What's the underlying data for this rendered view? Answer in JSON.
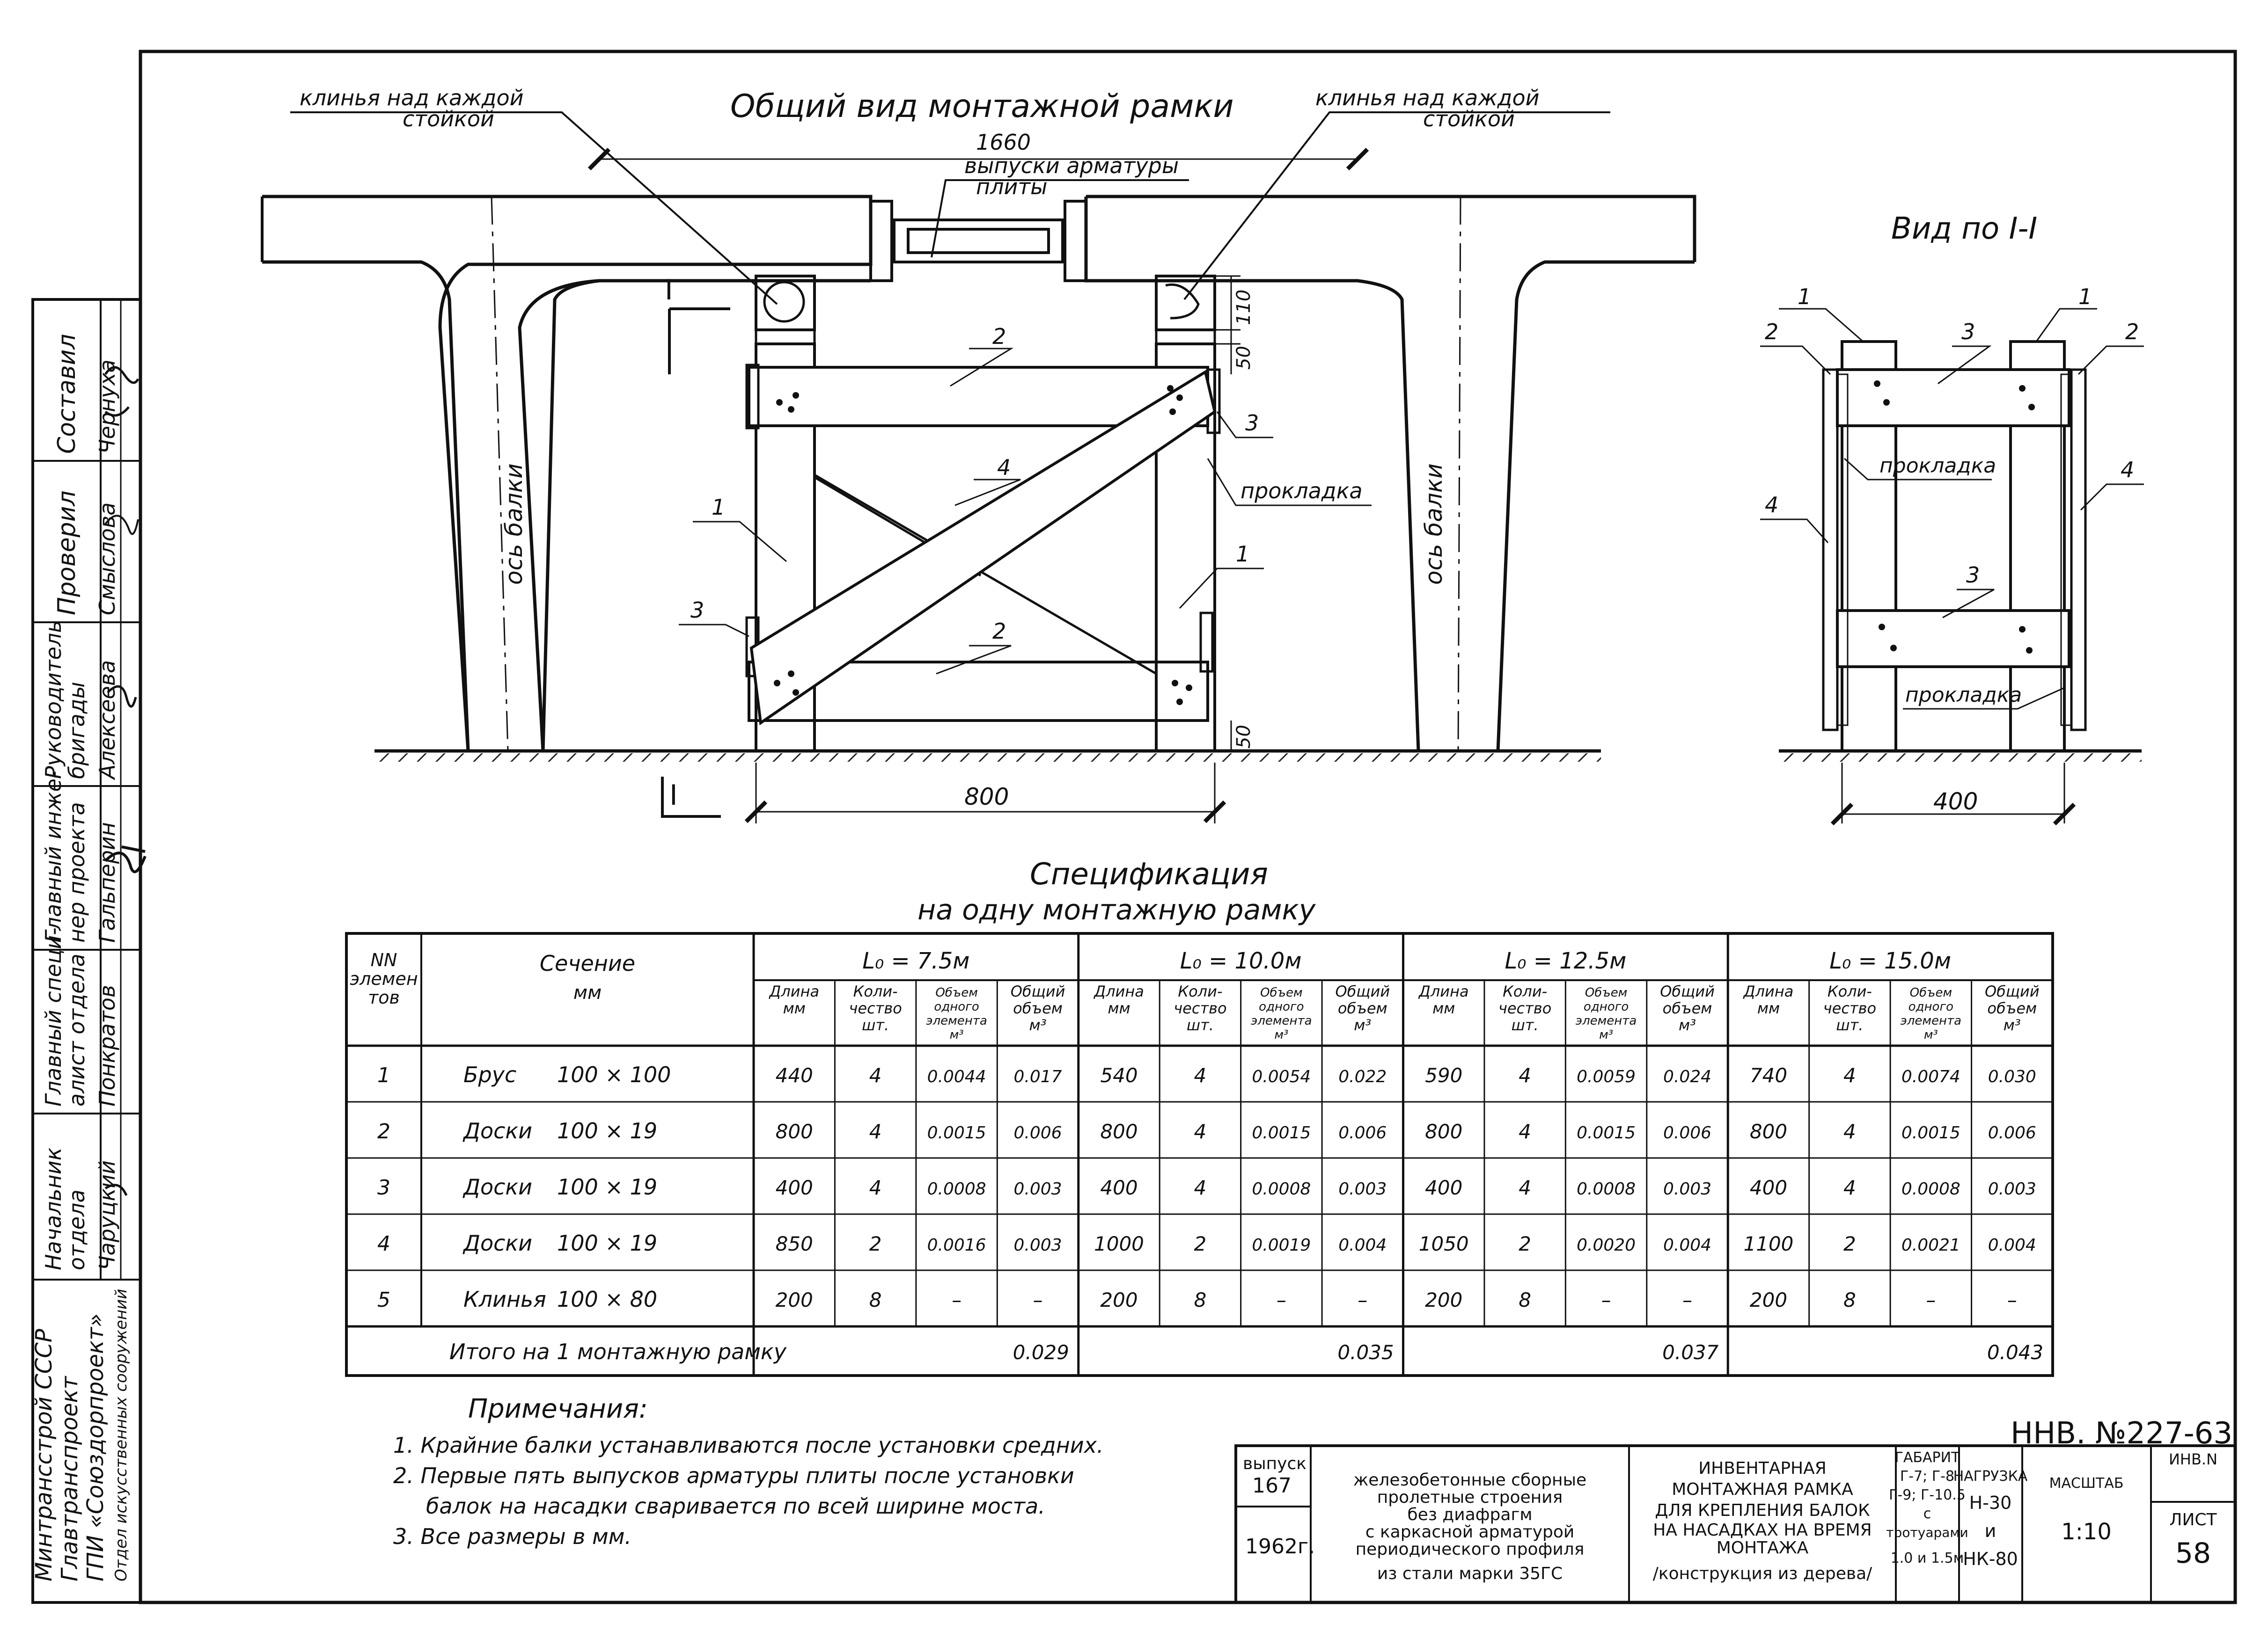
{
  "drawing": {
    "title": "Общий вид монтажной рамки",
    "section_view_title": "Вид по I-I",
    "section_mark": "I",
    "leader_left": [
      "клинья над каждой",
      "стойкой"
    ],
    "leader_right": [
      "клинья над каждой",
      "стойкой"
    ],
    "rebar_note": [
      "выпуски арматуры",
      "плиты"
    ],
    "dim_1660": "1660",
    "dim_110": "110",
    "dim_50_top": "50",
    "dim_50_bottom": "50",
    "dim_800": "800",
    "dim_400": "400",
    "axis_label": "ось балки",
    "gasket_label": "прокладка",
    "callouts": {
      "n1": "1",
      "n2": "2",
      "n3": "3",
      "n4": "4"
    }
  },
  "spec": {
    "title": "Спецификация",
    "subtitle": "на одну монтажную рамку",
    "col_num": [
      "NN",
      "элемен",
      "тов"
    ],
    "col_section": [
      "Сечение",
      "мм"
    ],
    "groups": [
      "L₀ = 7.5м",
      "L₀ = 10.0м",
      "L₀ = 12.5м",
      "L₀ = 15.0м"
    ],
    "sub": [
      [
        "Длина",
        "мм"
      ],
      [
        "Коли-",
        "чество",
        "шт."
      ],
      [
        "Объем",
        "одного",
        "элемента",
        "м³"
      ],
      [
        "Общий",
        "объем",
        "м³"
      ]
    ],
    "rows": [
      {
        "n": "1",
        "name": "Брус",
        "size": "100 × 100",
        "v": [
          "440",
          "4",
          "0.0044",
          "0.017",
          "540",
          "4",
          "0.0054",
          "0.022",
          "590",
          "4",
          "0.0059",
          "0.024",
          "740",
          "4",
          "0.0074",
          "0.030"
        ]
      },
      {
        "n": "2",
        "name": "Доски",
        "size": "100 × 19",
        "v": [
          "800",
          "4",
          "0.0015",
          "0.006",
          "800",
          "4",
          "0.0015",
          "0.006",
          "800",
          "4",
          "0.0015",
          "0.006",
          "800",
          "4",
          "0.0015",
          "0.006"
        ]
      },
      {
        "n": "3",
        "name": "Доски",
        "size": "100 × 19",
        "v": [
          "400",
          "4",
          "0.0008",
          "0.003",
          "400",
          "4",
          "0.0008",
          "0.003",
          "400",
          "4",
          "0.0008",
          "0.003",
          "400",
          "4",
          "0.0008",
          "0.003"
        ]
      },
      {
        "n": "4",
        "name": "Доски",
        "size": "100 × 19",
        "v": [
          "850",
          "2",
          "0.0016",
          "0.003",
          "1000",
          "2",
          "0.0019",
          "0.004",
          "1050",
          "2",
          "0.0020",
          "0.004",
          "1100",
          "2",
          "0.0021",
          "0.004"
        ]
      },
      {
        "n": "5",
        "name": "Клинья",
        "size": "100 × 80",
        "v": [
          "200",
          "8",
          "–",
          "–",
          "200",
          "8",
          "–",
          "–",
          "200",
          "8",
          "–",
          "–",
          "200",
          "8",
          "–",
          "–"
        ]
      }
    ],
    "total_label": "Итого на 1 монтажную рамку",
    "totals": [
      "0.029",
      "0.035",
      "0.037",
      "0.043"
    ]
  },
  "notes": {
    "heading": "Примечания:",
    "items": [
      "1. Крайние балки устанавливаются после установки средних.",
      "2. Первые пять выпусков арматуры плиты после установки",
      "балок на насадки сваривается по всей ширине моста.",
      "3. Все размеры в мм."
    ]
  },
  "stamp": {
    "doc_number": "ННВ. №227-63",
    "issue_label": "выпуск",
    "issue_value": "167",
    "year": "1962г.",
    "desc": [
      "железобетонные сборные",
      "пролетные строения",
      "без диафрагм",
      "с каркасной арматурой",
      "периодического профиля",
      "из стали марки 35ГС"
    ],
    "name": [
      "ИНВЕНТАРНАЯ",
      "МОНТАЖНАЯ РАМКА",
      "ДЛЯ КРЕПЛЕНИЯ БАЛОК",
      "НА НАСАДКАХ НА ВРЕМЯ",
      "МОНТАЖА",
      "/конструкция из дерева/"
    ],
    "gabarit": [
      "ГАБАРИТ",
      "Г-7; Г-8",
      "Г-9; Г-10.5",
      "с",
      "тротуарами",
      "1.0 и 1.5м"
    ],
    "load": [
      "НАГРУЗКА",
      "Н-30",
      "и",
      "НК-80"
    ],
    "scale_label": "МАСШТАБ",
    "scale_value": "1:10",
    "inv_label": "ИНВ.N",
    "sheet_label": "ЛИСТ",
    "sheet_value": "58"
  },
  "sidebar": {
    "org": [
      "Минтрансстрой СССР",
      "Главтранспроект",
      "ГПИ «Союздорпроект»",
      "Отдел искусственных сооружений"
    ],
    "roles": [
      {
        "role": [
          "Начальник",
          "отдела"
        ],
        "name": "Чаруцкий"
      },
      {
        "role": [
          "Главный специ-",
          "алист отдела"
        ],
        "name": "Понкратов"
      },
      {
        "role": [
          "Главный инже-",
          "нер проекта"
        ],
        "name": "Гальперин"
      },
      {
        "role": [
          "Руководитель",
          "бригады"
        ],
        "name": "Алексеева"
      },
      {
        "role": [
          "Проверил"
        ],
        "name": "Смыслова"
      },
      {
        "role": [
          "Составил"
        ],
        "name": "Чернуха"
      }
    ]
  }
}
